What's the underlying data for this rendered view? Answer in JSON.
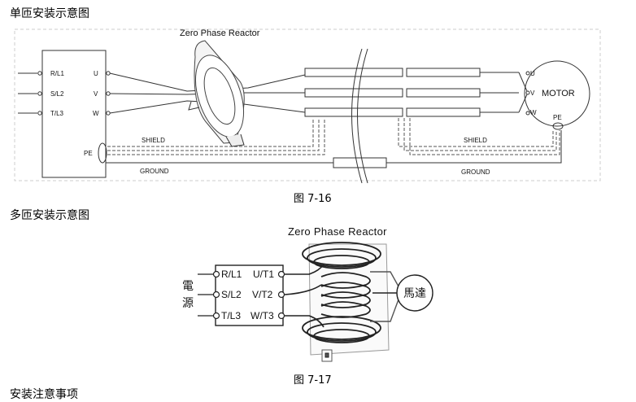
{
  "sections": [
    {
      "heading": "单匝安装示意图",
      "caption": "图 7-16"
    },
    {
      "heading": "多匝安装示意图",
      "caption": "图 7-17"
    },
    {
      "heading": "安装注意事项"
    }
  ],
  "diagram1": {
    "title": "Zero Phase Reactor",
    "inputs": [
      "R/L1",
      "S/L2",
      "T/L3"
    ],
    "outputs": [
      "U",
      "V",
      "W"
    ],
    "pe": "PE",
    "motor": "MOTOR",
    "motor_terminals": [
      "U",
      "V",
      "W"
    ],
    "motor_pe": "PE",
    "shield_left": "SHIELD",
    "shield_right": "SHIELD",
    "ground_left": "GROUND",
    "ground_right": "GROUND"
  },
  "diagram2": {
    "title": "Zero Phase Reactor",
    "power_label": [
      "電",
      "源"
    ],
    "inputs": [
      "R/L1",
      "S/L2",
      "T/L3"
    ],
    "outputs": [
      "U/T1",
      "V/T2",
      "W/T3"
    ],
    "motor": "馬達"
  },
  "colors": {
    "line": "#333333",
    "background": "#ffffff"
  }
}
